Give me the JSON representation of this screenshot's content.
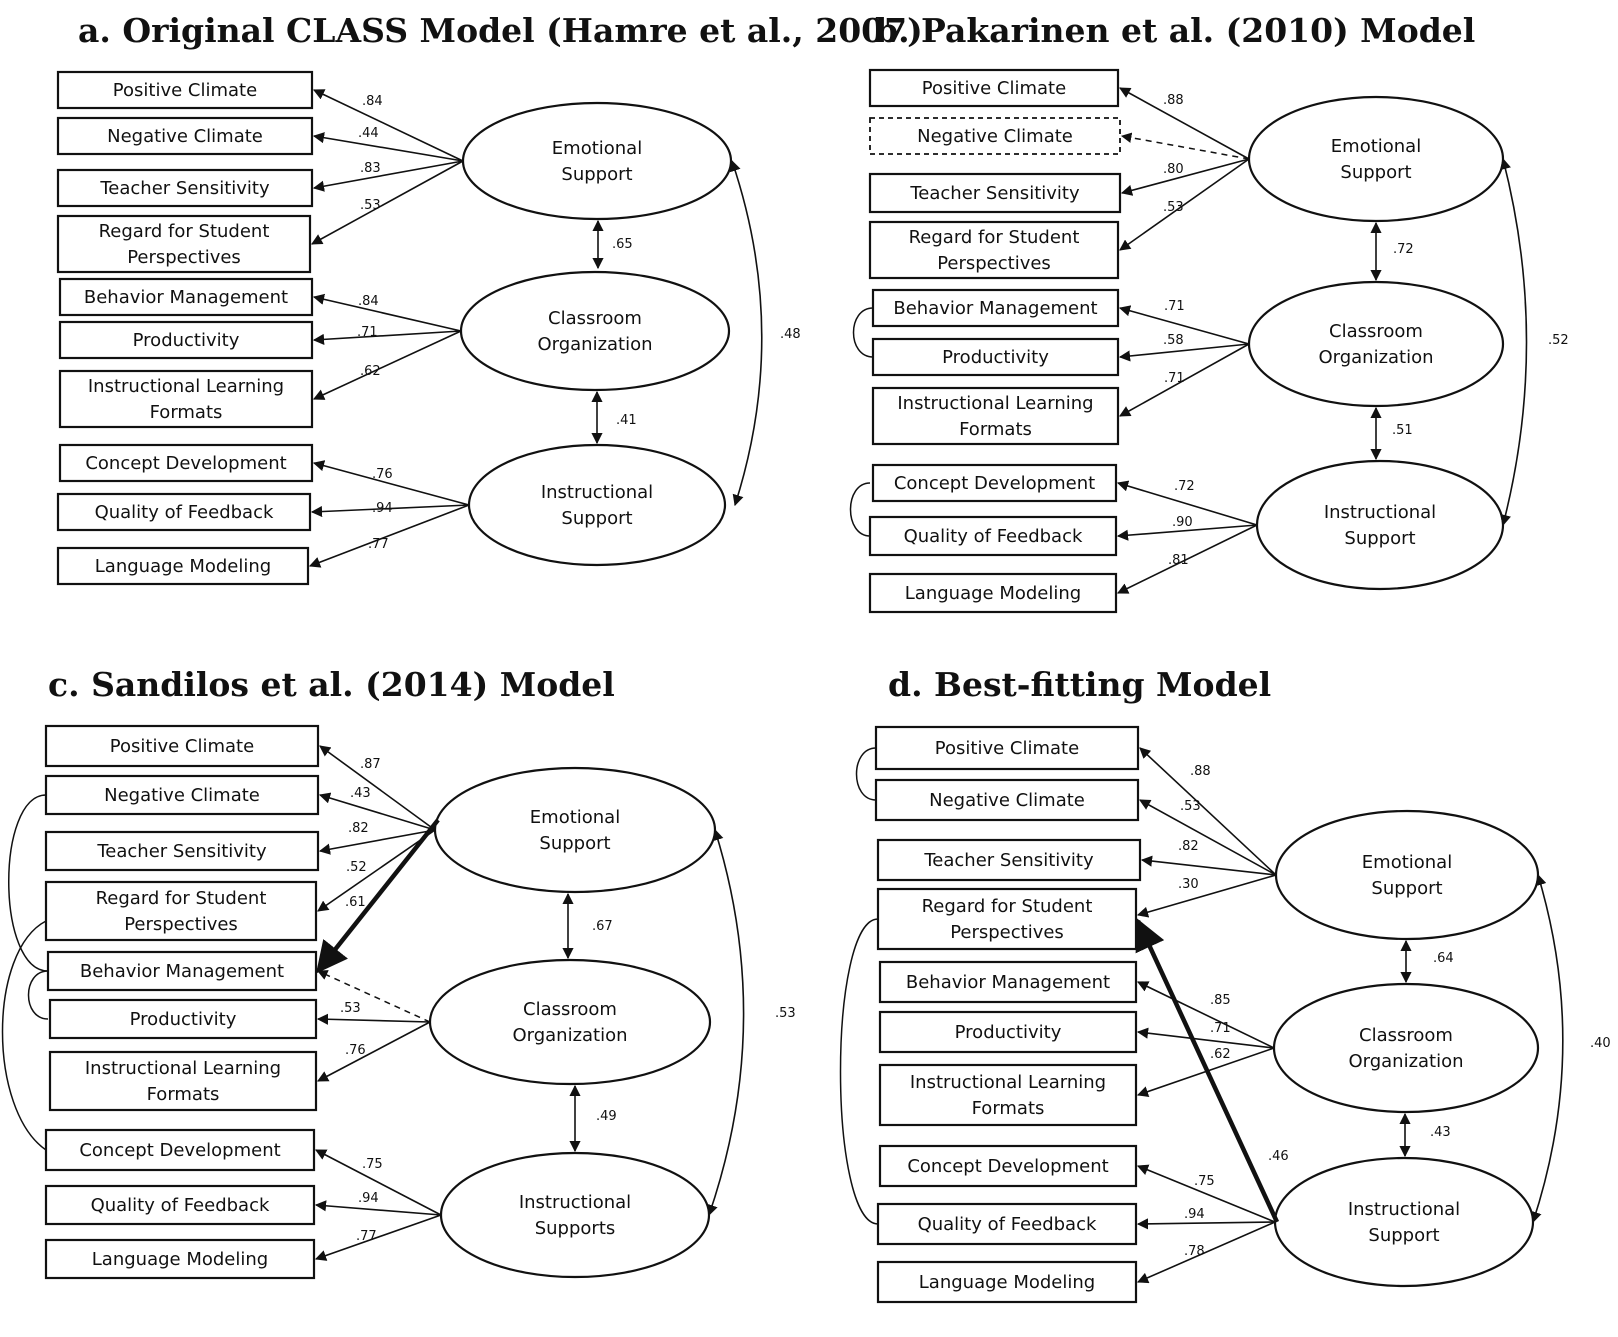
{
  "panels": [
    {
      "id": "a",
      "title": "a. Original CLASS Model (Hamre et al., 2007)",
      "indicators": [
        {
          "id": "pc",
          "lines": [
            "Positive Climate"
          ]
        },
        {
          "id": "nc",
          "lines": [
            "Negative Climate"
          ]
        },
        {
          "id": "ts",
          "lines": [
            "Teacher Sensitivity"
          ]
        },
        {
          "id": "rsp",
          "lines": [
            "Regard for Student",
            "Perspectives"
          ]
        },
        {
          "id": "bm",
          "lines": [
            "Behavior Management"
          ]
        },
        {
          "id": "pr",
          "lines": [
            "Productivity"
          ]
        },
        {
          "id": "ilf",
          "lines": [
            "Instructional Learning",
            "Formats"
          ]
        },
        {
          "id": "cd",
          "lines": [
            "Concept Development"
          ]
        },
        {
          "id": "qf",
          "lines": [
            "Quality of Feedback"
          ]
        },
        {
          "id": "lm",
          "lines": [
            "Language Modeling"
          ]
        }
      ],
      "latents": [
        {
          "id": "es",
          "lines": [
            "Emotional",
            "Support"
          ]
        },
        {
          "id": "co",
          "lines": [
            "Classroom",
            "Organization"
          ]
        },
        {
          "id": "is",
          "lines": [
            "Instructional",
            "Support"
          ]
        }
      ],
      "loadings": [
        {
          "from": "es",
          "to": "pc",
          "value": ".84"
        },
        {
          "from": "es",
          "to": "nc",
          "value": ".44"
        },
        {
          "from": "es",
          "to": "ts",
          "value": ".83"
        },
        {
          "from": "es",
          "to": "rsp",
          "value": ".53"
        },
        {
          "from": "co",
          "to": "bm",
          "value": ".84"
        },
        {
          "from": "co",
          "to": "pr",
          "value": ".71"
        },
        {
          "from": "co",
          "to": "ilf",
          "value": ".62"
        },
        {
          "from": "is",
          "to": "cd",
          "value": ".76"
        },
        {
          "from": "is",
          "to": "qf",
          "value": ".94"
        },
        {
          "from": "is",
          "to": "lm",
          "value": ".77"
        }
      ],
      "correlations": [
        {
          "a": "es",
          "b": "co",
          "value": ".65"
        },
        {
          "a": "co",
          "b": "is",
          "value": ".41"
        },
        {
          "a": "es",
          "b": "is",
          "value": ".48"
        }
      ],
      "error_covariances": []
    },
    {
      "id": "b",
      "title": "b. Pakarinen et al. (2010) Model",
      "indicators": [
        {
          "id": "pc",
          "lines": [
            "Positive Climate"
          ]
        },
        {
          "id": "nc",
          "lines": [
            "Negative Climate"
          ],
          "dashed": true
        },
        {
          "id": "ts",
          "lines": [
            "Teacher Sensitivity"
          ]
        },
        {
          "id": "rsp",
          "lines": [
            "Regard for Student",
            "Perspectives"
          ]
        },
        {
          "id": "bm",
          "lines": [
            "Behavior Management"
          ]
        },
        {
          "id": "pr",
          "lines": [
            "Productivity"
          ]
        },
        {
          "id": "ilf",
          "lines": [
            "Instructional Learning",
            "Formats"
          ]
        },
        {
          "id": "cd",
          "lines": [
            "Concept Development"
          ]
        },
        {
          "id": "qf",
          "lines": [
            "Quality of Feedback"
          ]
        },
        {
          "id": "lm",
          "lines": [
            "Language Modeling"
          ]
        }
      ],
      "latents": [
        {
          "id": "es",
          "lines": [
            "Emotional",
            "Support"
          ]
        },
        {
          "id": "co",
          "lines": [
            "Classroom",
            "Organization"
          ]
        },
        {
          "id": "is",
          "lines": [
            "Instructional",
            "Support"
          ]
        }
      ],
      "loadings": [
        {
          "from": "es",
          "to": "pc",
          "value": ".88"
        },
        {
          "from": "es",
          "to": "nc",
          "value": "",
          "dashed": true
        },
        {
          "from": "es",
          "to": "ts",
          "value": ".80"
        },
        {
          "from": "es",
          "to": "rsp",
          "value": ".53"
        },
        {
          "from": "co",
          "to": "bm",
          "value": ".71"
        },
        {
          "from": "co",
          "to": "pr",
          "value": ".58"
        },
        {
          "from": "co",
          "to": "ilf",
          "value": ".71"
        },
        {
          "from": "is",
          "to": "cd",
          "value": ".72"
        },
        {
          "from": "is",
          "to": "qf",
          "value": ".90"
        },
        {
          "from": "is",
          "to": "lm",
          "value": ".81"
        }
      ],
      "correlations": [
        {
          "a": "es",
          "b": "co",
          "value": ".72"
        },
        {
          "a": "co",
          "b": "is",
          "value": ".51"
        },
        {
          "a": "es",
          "b": "is",
          "value": ".52"
        }
      ],
      "error_covariances": [
        [
          "bm",
          "pr"
        ],
        [
          "cd",
          "qf"
        ]
      ]
    },
    {
      "id": "c",
      "title": "c. Sandilos et al. (2014) Model",
      "indicators": [
        {
          "id": "pc",
          "lines": [
            "Positive Climate"
          ]
        },
        {
          "id": "nc",
          "lines": [
            "Negative Climate"
          ]
        },
        {
          "id": "ts",
          "lines": [
            "Teacher Sensitivity"
          ]
        },
        {
          "id": "rsp",
          "lines": [
            "Regard for Student",
            "Perspectives"
          ]
        },
        {
          "id": "bm",
          "lines": [
            "Behavior Management"
          ]
        },
        {
          "id": "pr",
          "lines": [
            "Productivity"
          ]
        },
        {
          "id": "ilf",
          "lines": [
            "Instructional Learning",
            "Formats"
          ]
        },
        {
          "id": "cd",
          "lines": [
            "Concept Development"
          ]
        },
        {
          "id": "qf",
          "lines": [
            "Quality of Feedback"
          ]
        },
        {
          "id": "lm",
          "lines": [
            "Language Modeling"
          ]
        }
      ],
      "latents": [
        {
          "id": "es",
          "lines": [
            "Emotional",
            "Support"
          ]
        },
        {
          "id": "co",
          "lines": [
            "Classroom",
            "Organization"
          ]
        },
        {
          "id": "is",
          "lines": [
            "Instructional",
            "Supports"
          ]
        }
      ],
      "loadings": [
        {
          "from": "es",
          "to": "pc",
          "value": ".87"
        },
        {
          "from": "es",
          "to": "nc",
          "value": ".43"
        },
        {
          "from": "es",
          "to": "ts",
          "value": ".82"
        },
        {
          "from": "es",
          "to": "rsp",
          "value": ".52"
        },
        {
          "from": "es",
          "to": "bm",
          "value": ".61",
          "bold": true
        },
        {
          "from": "co",
          "to": "bm",
          "value": "",
          "dashed": true
        },
        {
          "from": "co",
          "to": "pr",
          "value": ".53"
        },
        {
          "from": "co",
          "to": "ilf",
          "value": ".76"
        },
        {
          "from": "is",
          "to": "cd",
          "value": ".75"
        },
        {
          "from": "is",
          "to": "qf",
          "value": ".94"
        },
        {
          "from": "is",
          "to": "lm",
          "value": ".77"
        }
      ],
      "correlations": [
        {
          "a": "es",
          "b": "co",
          "value": ".67"
        },
        {
          "a": "co",
          "b": "is",
          "value": ".49"
        },
        {
          "a": "es",
          "b": "is",
          "value": ".53"
        }
      ],
      "error_covariances": [
        [
          "nc",
          "bm"
        ],
        [
          "rsp",
          "cd"
        ],
        [
          "bm",
          "pr"
        ]
      ]
    },
    {
      "id": "d",
      "title": "d. Best-fitting Model",
      "indicators": [
        {
          "id": "pc",
          "lines": [
            "Positive Climate"
          ]
        },
        {
          "id": "nc",
          "lines": [
            "Negative Climate"
          ]
        },
        {
          "id": "ts",
          "lines": [
            "Teacher Sensitivity"
          ]
        },
        {
          "id": "rsp",
          "lines": [
            "Regard for Student",
            "Perspectives"
          ]
        },
        {
          "id": "bm",
          "lines": [
            "Behavior Management"
          ]
        },
        {
          "id": "pr",
          "lines": [
            "Productivity"
          ]
        },
        {
          "id": "ilf",
          "lines": [
            "Instructional Learning",
            "Formats"
          ]
        },
        {
          "id": "cd",
          "lines": [
            "Concept Development"
          ]
        },
        {
          "id": "qf",
          "lines": [
            "Quality of Feedback"
          ]
        },
        {
          "id": "lm",
          "lines": [
            "Language Modeling"
          ]
        }
      ],
      "latents": [
        {
          "id": "es",
          "lines": [
            "Emotional",
            "Support"
          ]
        },
        {
          "id": "co",
          "lines": [
            "Classroom",
            "Organization"
          ]
        },
        {
          "id": "is",
          "lines": [
            "Instructional",
            "Support"
          ]
        }
      ],
      "loadings": [
        {
          "from": "es",
          "to": "pc",
          "value": ".88"
        },
        {
          "from": "es",
          "to": "nc",
          "value": ".53"
        },
        {
          "from": "es",
          "to": "ts",
          "value": ".82"
        },
        {
          "from": "es",
          "to": "rsp",
          "value": ".30"
        },
        {
          "from": "co",
          "to": "bm",
          "value": ".85"
        },
        {
          "from": "co",
          "to": "pr",
          "value": ".71"
        },
        {
          "from": "co",
          "to": "ilf",
          "value": ".62"
        },
        {
          "from": "is",
          "to": "rsp",
          "value": ".46",
          "bold": true
        },
        {
          "from": "is",
          "to": "cd",
          "value": ".75"
        },
        {
          "from": "is",
          "to": "qf",
          "value": ".94"
        },
        {
          "from": "is",
          "to": "lm",
          "value": ".78"
        }
      ],
      "correlations": [
        {
          "a": "es",
          "b": "co",
          "value": ".64"
        },
        {
          "a": "co",
          "b": "is",
          "value": ".43"
        },
        {
          "a": "es",
          "b": "is",
          "value": ".40"
        }
      ],
      "error_covariances": [
        [
          "pc",
          "nc"
        ],
        [
          "rsp",
          "qf"
        ]
      ]
    }
  ]
}
